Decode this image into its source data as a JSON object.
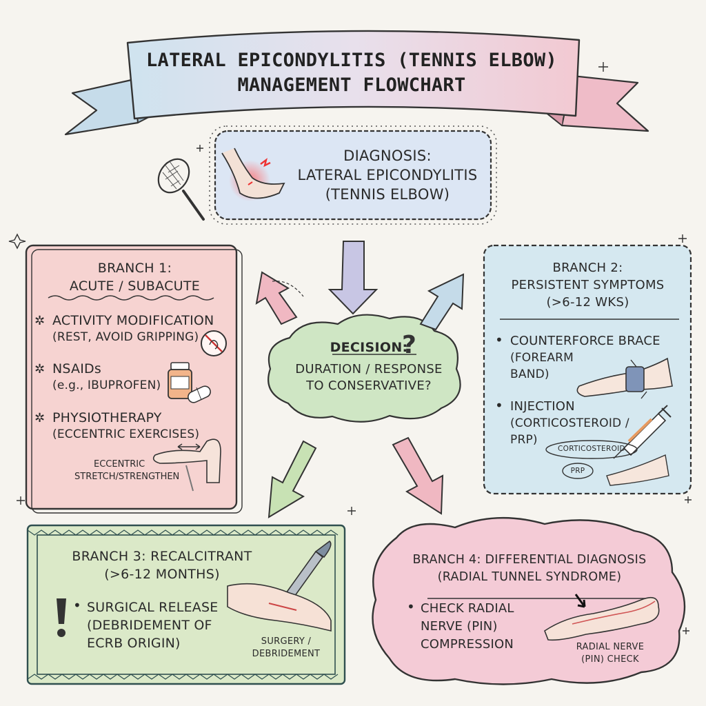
{
  "title": {
    "line1": "LATERAL EPICONDYLITIS (TENNIS ELBOW)",
    "line2": "MANAGEMENT FLOWCHART"
  },
  "diagnosis": {
    "line1": "DIAGNOSIS:",
    "line2": "LATERAL EPICONDYLITIS",
    "line3": "(TENNIS ELBOW)"
  },
  "decision": {
    "heading": "DECISION:",
    "line1": "DURATION / RESPONSE",
    "line2": "TO CONSERVATIVE?"
  },
  "branch1": {
    "title1": "BRANCH 1:",
    "title2": "ACUTE / SUBACUTE",
    "items": [
      {
        "main": "ACTIVITY MODIFICATION",
        "sub": "(REST, AVOID GRIPPING)"
      },
      {
        "main": "NSAIDs",
        "sub": "(e.g., IBUPROFEN)"
      },
      {
        "main": "PHYSIOTHERAPY",
        "sub": "(ECCENTRIC EXERCISES)"
      }
    ],
    "caption1": "ECCENTRIC",
    "caption2": "STRETCH/STRENGTHEN"
  },
  "branch2": {
    "title1": "BRANCH 2:",
    "title2": "PERSISTENT SYMPTOMS",
    "title3": "(>6-12 WKS)",
    "item1": {
      "l1": "COUNTERFORCE BRACE",
      "l2": "(FOREARM",
      "l3": "BAND)"
    },
    "item2": {
      "l1": "INJECTION",
      "l2": "(CORTICOSTEROID /",
      "l3": "PRP)"
    },
    "label_cortico": "CORTICOSTEROID",
    "label_prp": "PRP"
  },
  "branch3": {
    "title1": "BRANCH 3: RECALCITRANT",
    "title2": "(>6-12 MONTHS)",
    "item": {
      "l1": "SURGICAL RELEASE",
      "l2": "(DEBRIDEMENT OF",
      "l3": "ECRB ORIGIN)"
    },
    "caption1": "SURGERY /",
    "caption2": "DEBRIDEMENT"
  },
  "branch4": {
    "title1": "BRANCH 4: DIFFERENTIAL DIAGNOSIS",
    "title2": "(RADIAL TUNNEL SYNDROME)",
    "item": {
      "l1": "CHECK RADIAL",
      "l2": "NERVE (PIN)",
      "l3": "COMPRESSION"
    },
    "caption1": "RADIAL NERVE",
    "caption2": "(PIN) CHECK"
  },
  "colors": {
    "background": "#f6f4ef",
    "ink": "#2a2a2a",
    "banner_blue": "#cfe3ef",
    "banner_pink": "#f2c9d2",
    "branch1_fill": "#f6d3d1",
    "branch2_fill": "#d5e8f0",
    "branch3_fill": "#dbe9c8",
    "branch4_fill": "#f4cbd6",
    "decision_fill": "#cfe6c4",
    "diagnosis_fill": "#dce6f4",
    "arrow_pink": "#f0b8c2",
    "arrow_blue": "#c5dbe9",
    "arrow_green": "#c8e2b4",
    "arrow_purple": "#c8c6e4"
  },
  "icons": [
    "tennis-racket-icon",
    "elbow-pain-icon",
    "star-bullet-icon",
    "no-gripping-icon",
    "pill-bottle-icon",
    "stretch-arm-icon",
    "bullet-dot-icon",
    "brace-arm-icon",
    "syringe-icon",
    "exclamation-icon",
    "scalpel-icon",
    "arm-nerve-icon",
    "question-mark-icon"
  ]
}
